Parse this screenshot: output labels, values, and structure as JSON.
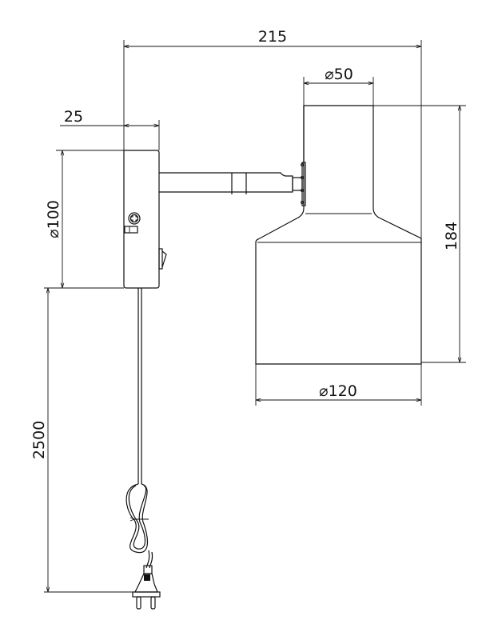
{
  "drawing": {
    "title": "Wall lamp dimension drawing",
    "dimensions": {
      "overall_width": "215",
      "base_depth": "25",
      "shade_top_diameter": "⌀50",
      "shade_height": "184",
      "base_diameter": "⌀100",
      "shade_diameter": "⌀120",
      "cable_length": "2500"
    },
    "units": "mm",
    "line_color": "#111111",
    "background": "#ffffff"
  }
}
